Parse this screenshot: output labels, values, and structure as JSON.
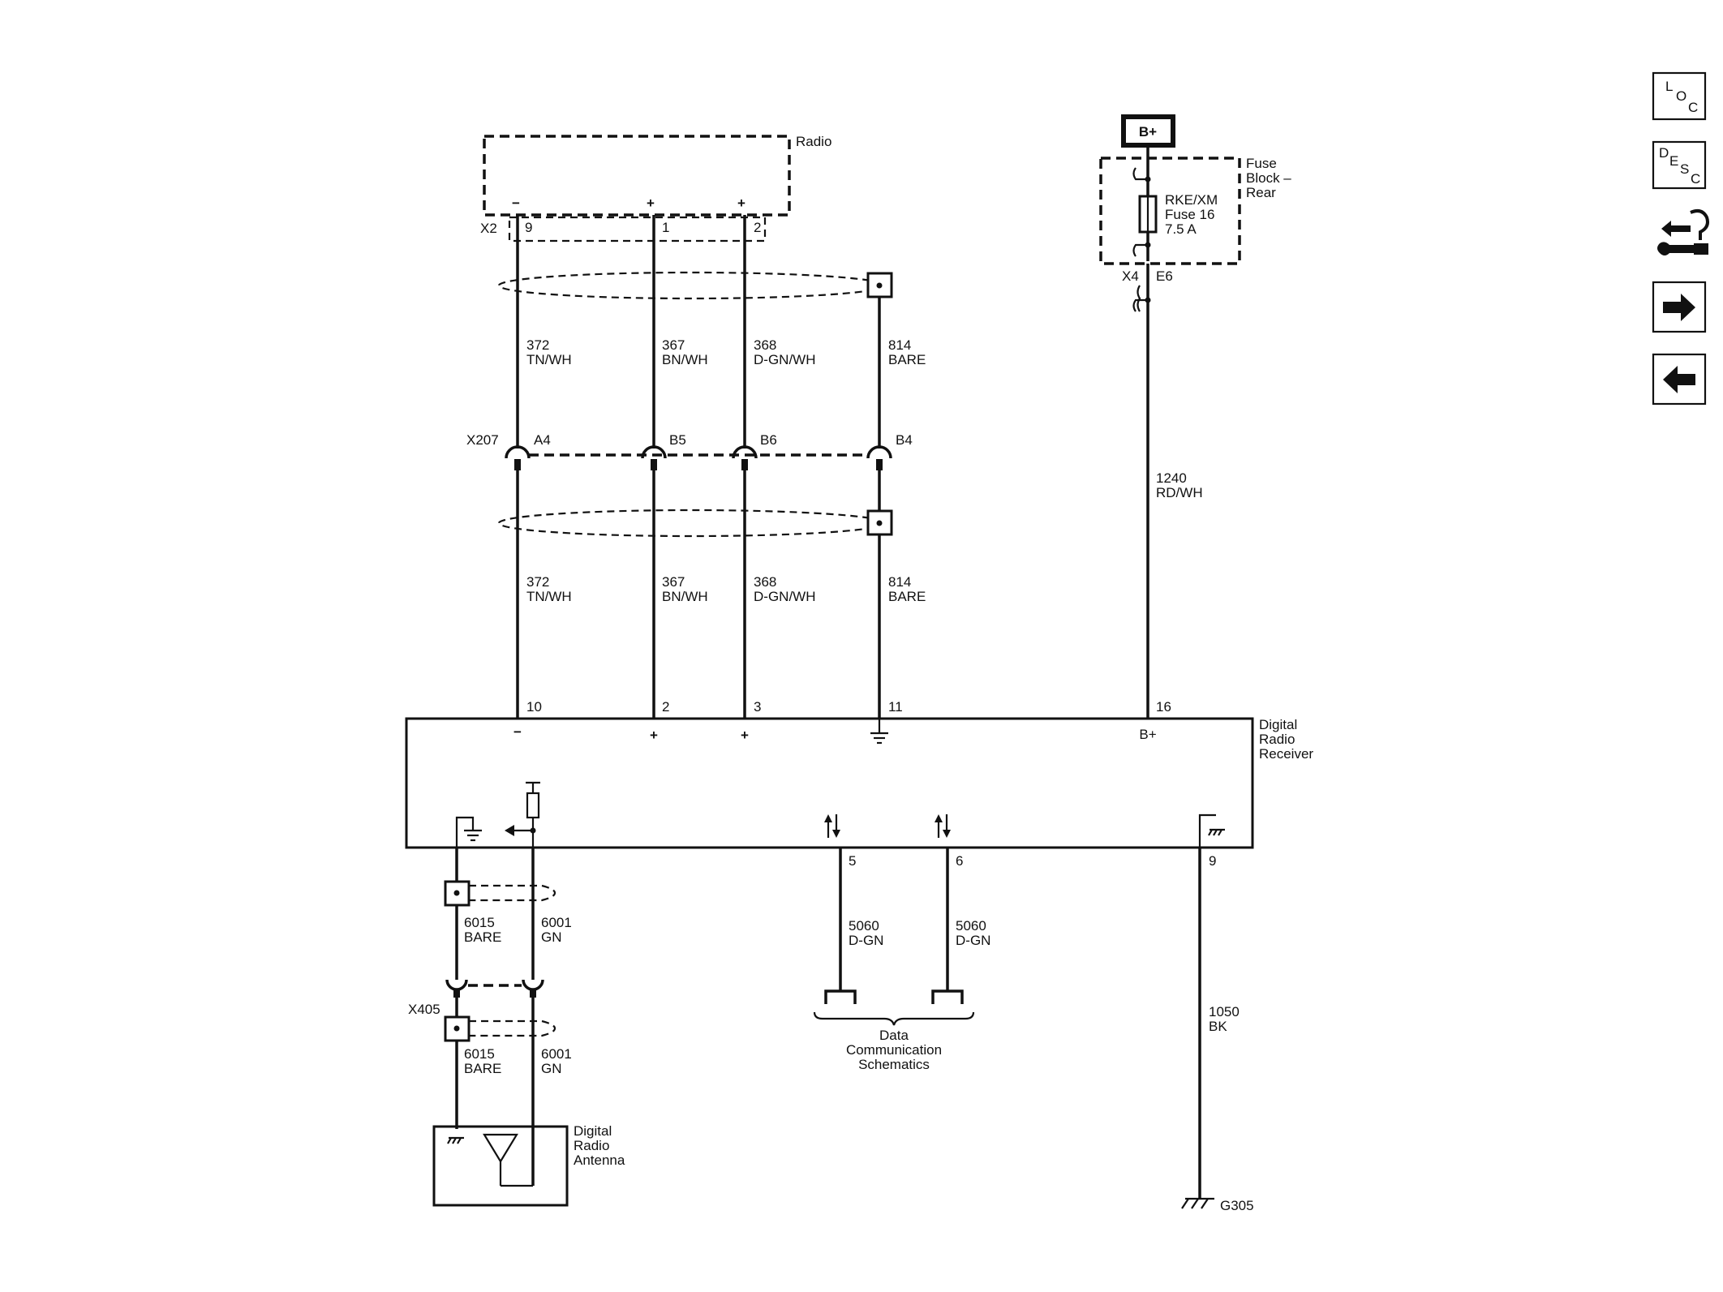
{
  "components": {
    "radio": "Radio",
    "fuse_block": [
      "Fuse",
      "Block –",
      "Rear"
    ],
    "fuse": [
      "RKE/XM",
      "Fuse 16",
      "7.5 A"
    ],
    "battery": "B+",
    "receiver": [
      "Digital",
      "Radio",
      "Receiver"
    ],
    "antenna": [
      "Digital",
      "Radio",
      "Antenna"
    ],
    "data_comm": [
      "Data",
      "Communication",
      "Schematics"
    ],
    "ground": "G305"
  },
  "connectors": {
    "radio_conn": "X2",
    "fuse_conn": "X4",
    "fuse_pin": "E6",
    "inline_conn": "X207",
    "antenna_conn": "X405"
  },
  "radio_pins": [
    {
      "pin": "9",
      "sign": "−"
    },
    {
      "pin": "1",
      "sign": "+"
    },
    {
      "pin": "2",
      "sign": "+"
    }
  ],
  "x207_pins": [
    "A4",
    "B5",
    "B6",
    "B4"
  ],
  "wires_upper": [
    {
      "circuit": "372",
      "color": "TN/WH"
    },
    {
      "circuit": "367",
      "color": "BN/WH"
    },
    {
      "circuit": "368",
      "color": "D-GN/WH"
    },
    {
      "circuit": "814",
      "color": "BARE"
    }
  ],
  "wires_lower": [
    {
      "circuit": "372",
      "color": "TN/WH"
    },
    {
      "circuit": "367",
      "color": "BN/WH"
    },
    {
      "circuit": "368",
      "color": "D-GN/WH"
    },
    {
      "circuit": "814",
      "color": "BARE"
    }
  ],
  "power_wire": {
    "circuit": "1240",
    "color": "RD/WH"
  },
  "receiver_top_pins": [
    {
      "pin": "10",
      "sign": "−"
    },
    {
      "pin": "2",
      "sign": "+"
    },
    {
      "pin": "3",
      "sign": "+"
    },
    {
      "pin": "11",
      "sign": ""
    },
    {
      "pin": "16",
      "sign": "B+"
    }
  ],
  "receiver_bottom_pins": [
    "5",
    "6",
    "9"
  ],
  "data_wires": [
    {
      "circuit": "5060",
      "color": "D-GN"
    },
    {
      "circuit": "5060",
      "color": "D-GN"
    }
  ],
  "ground_wire": {
    "circuit": "1050",
    "color": "BK"
  },
  "antenna_wires_upper": [
    {
      "circuit": "6015",
      "color": "BARE"
    },
    {
      "circuit": "6001",
      "color": "GN"
    }
  ],
  "antenna_wires_lower": [
    {
      "circuit": "6015",
      "color": "BARE"
    },
    {
      "circuit": "6001",
      "color": "GN"
    }
  ],
  "nav": {
    "loc": [
      "L",
      "O",
      "C"
    ],
    "desc": [
      "D",
      "E",
      "S",
      "C"
    ]
  }
}
